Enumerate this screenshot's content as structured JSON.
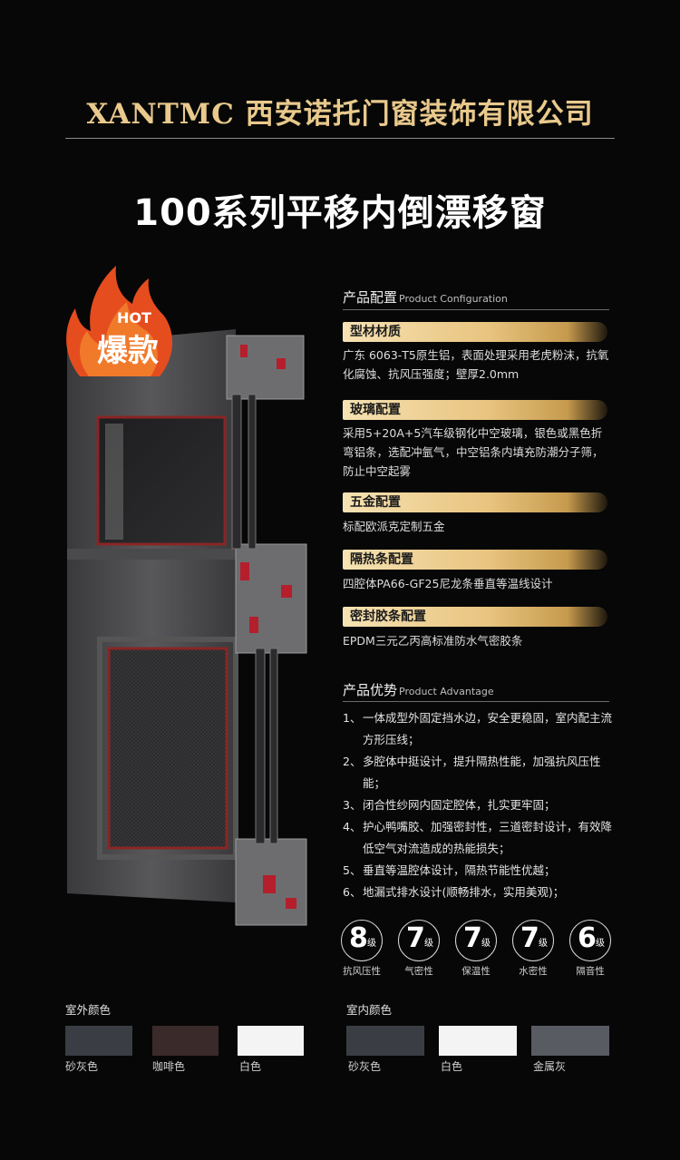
{
  "header": {
    "brand": "XANTMC 西安诺托门窗装饰有限公司",
    "title": "100系列平移内倒漂移窗"
  },
  "badge": {
    "hot": "HOT",
    "main": "爆款"
  },
  "config": {
    "heading": "产品配置",
    "heading_en": "Product Configuration",
    "sections": [
      {
        "title": "型材材质",
        "text": "广东 6063-T5原生铝，表面处理采用老虎粉沫，抗氧化腐蚀、抗风压强度；壁厚2.0mm"
      },
      {
        "title": "玻璃配置",
        "text": "采用5+20A+5汽车级钢化中空玻璃，银色或黑色折弯铝条，选配冲氩气，中空铝条内填充防潮分子筛，防止中空起雾"
      },
      {
        "title": "五金配置",
        "text": "标配欧派克定制五金"
      },
      {
        "title": "隔热条配置",
        "text": "四腔体PA66-GF25尼龙条垂直等温线设计"
      },
      {
        "title": "密封胶条配置",
        "text": "EPDM三元乙丙高标准防水气密胶条"
      }
    ]
  },
  "advantage": {
    "heading": "产品优势",
    "heading_en": "Product Advantage",
    "items": [
      {
        "num": "1、",
        "text": "一体成型外固定挡水边，安全更稳固，室内配主流方形压线；"
      },
      {
        "num": "2、",
        "text": "多腔体中挺设计，提升隔热性能，加强抗风压性能；"
      },
      {
        "num": "3、",
        "text": "闭合性纱网内固定腔体，扎实更牢固；"
      },
      {
        "num": "4、",
        "text": "护心鸭嘴胶、加强密封性，三道密封设计，有效降低空气对流造成的热能损失；"
      },
      {
        "num": "5、",
        "text": "垂直等温腔体设计，隔热节能性优越；"
      },
      {
        "num": "6、",
        "text": "地漏式排水设计(顺畅排水，实用美观)；"
      }
    ]
  },
  "ratings": [
    {
      "value": "8",
      "unit": "级",
      "label": "抗风压性"
    },
    {
      "value": "7",
      "unit": "级",
      "label": "气密性"
    },
    {
      "value": "7",
      "unit": "级",
      "label": "保温性"
    },
    {
      "value": "7",
      "unit": "级",
      "label": "水密性"
    },
    {
      "value": "6",
      "unit": "级",
      "label": "隔音性"
    }
  ],
  "colors": {
    "outdoor": {
      "heading": "室外颜色",
      "swatches": [
        {
          "name": "砂灰色",
          "hex": "#3a3d44"
        },
        {
          "name": "咖啡色",
          "hex": "#3b2a2a"
        },
        {
          "name": "白色",
          "hex": "#f4f4f4"
        }
      ]
    },
    "indoor": {
      "heading": "室内颜色",
      "swatches": [
        {
          "name": "砂灰色",
          "hex": "#3a3d44"
        },
        {
          "name": "白色",
          "hex": "#f4f4f4"
        },
        {
          "name": "金属灰",
          "hex": "#585b62"
        }
      ]
    }
  }
}
